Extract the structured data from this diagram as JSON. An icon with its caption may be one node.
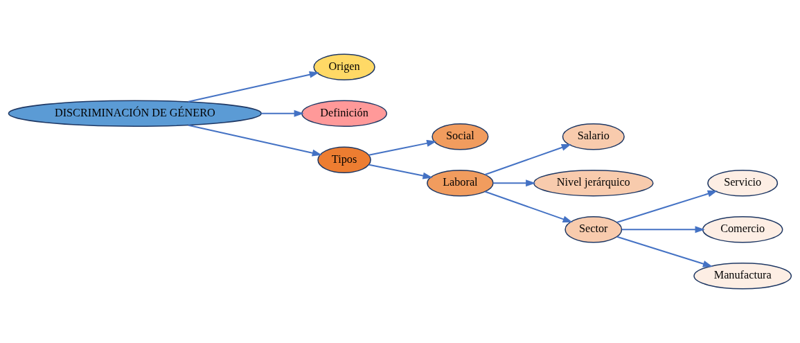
{
  "diagram": {
    "nodes": [
      {
        "text": [
          "DISCRIMINACIÓN DE GÉNERO"
        ]
      },
      {
        "text": [
          "Origen"
        ]
      },
      {
        "text": [
          "Definición"
        ]
      },
      {
        "text": [
          "Tipos"
        ]
      },
      {
        "text": [
          "Social"
        ]
      },
      {
        "text": [
          "Laboral"
        ]
      },
      {
        "text": [
          "Salario"
        ]
      },
      {
        "text": [
          "Nivel jerárquico"
        ]
      },
      {
        "text": [
          "Sector"
        ]
      },
      {
        "text": [
          "Servicio"
        ]
      },
      {
        "text": [
          "Comercio"
        ]
      },
      {
        "text": [
          "Manufactura"
        ]
      }
    ],
    "edges": [
      {
        "from": 0,
        "to": 1,
        "arrow": "to"
      },
      {
        "from": 0,
        "to": 2,
        "arrow": "to"
      },
      {
        "from": 0,
        "to": 3,
        "arrow": "to"
      },
      {
        "from": 3,
        "to": 4,
        "arrow": "to"
      },
      {
        "from": 3,
        "to": 5,
        "arrow": "to"
      },
      {
        "from": 5,
        "to": 6,
        "arrow": "to"
      },
      {
        "from": 5,
        "to": 7,
        "arrow": "to"
      },
      {
        "from": 5,
        "to": 8,
        "arrow": "to"
      },
      {
        "from": 8,
        "to": 9,
        "arrow": "to"
      },
      {
        "from": 8,
        "to": 10,
        "arrow": "to"
      },
      {
        "from": 8,
        "to": 11,
        "arrow": "to"
      }
    ]
  }
}
